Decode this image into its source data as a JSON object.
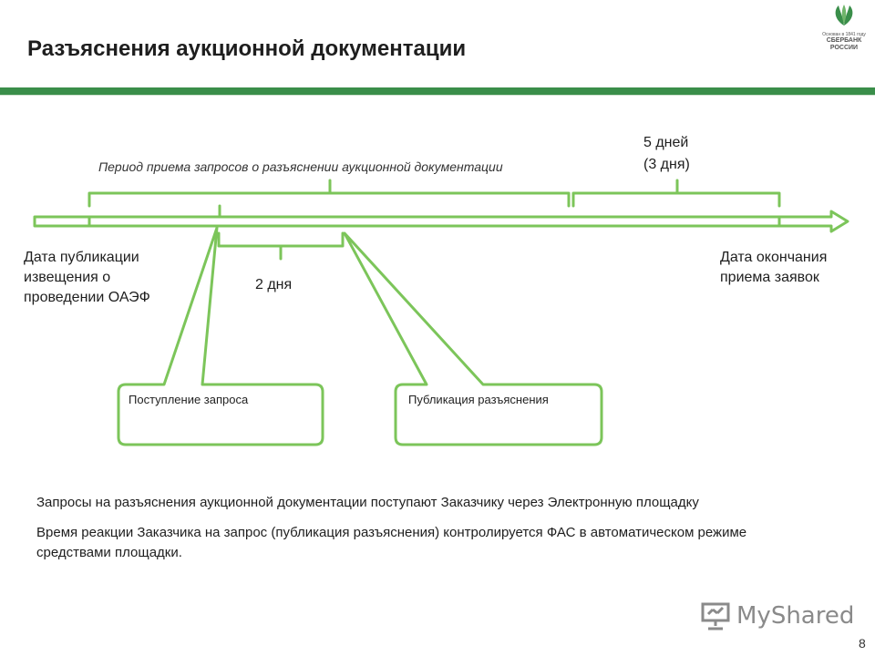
{
  "header": {
    "title": "Разъяснения аукционной документации",
    "logo": {
      "small_text": "Основан в 1841 году",
      "name_line1": "СБЕРБАНК",
      "name_line2": "РОССИИ",
      "brand_color": "#3a8e4a"
    }
  },
  "diagram": {
    "accent_color": "#7cc55a",
    "period_label": "Период приема запросов о разъяснении аукционной документации",
    "days5_label": "5 дней",
    "days3_label": "(3 дня)",
    "days2_label": "2 дня",
    "start_label": [
      "Дата публикации",
      "извещения о",
      "проведении ОАЭФ"
    ],
    "end_label": [
      "Дата окончания",
      "приема заявок"
    ],
    "box_request": "Поступление запроса",
    "box_publication": "Публикация разъяснения"
  },
  "notes": {
    "line1": "Запросы на разъяснения аукционной документации поступают Заказчику через Электронную площадку",
    "line2": "Время реакции Заказчика на запрос (публикация разъяснения) контролируется ФАС в автоматическом режиме средствами площадки."
  },
  "watermark": {
    "text": "MyShared",
    "icon": "presentation-board-icon"
  },
  "page_number": "8"
}
